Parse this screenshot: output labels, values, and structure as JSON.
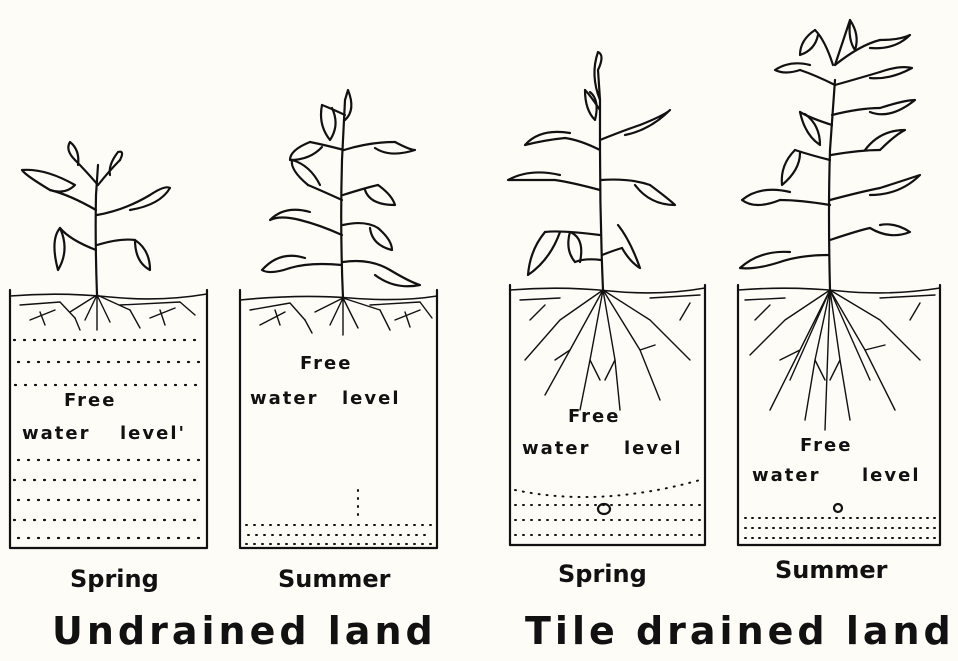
{
  "panels": [
    {
      "free": "Free",
      "water": "water",
      "level": "level'",
      "season": "Spring"
    },
    {
      "free": "Free",
      "water": "water",
      "level": "level",
      "season": "Summer"
    },
    {
      "free": "Free",
      "water": "water",
      "level": "level",
      "season": "Spring"
    },
    {
      "free": "Free",
      "water": "water",
      "level": "level",
      "season": "Summer"
    }
  ],
  "groups": {
    "undrained": "Undrained  land",
    "tile": "Tile  drained  land"
  },
  "colors": {
    "ink": "#111111",
    "paper": "#fdfcf7"
  }
}
